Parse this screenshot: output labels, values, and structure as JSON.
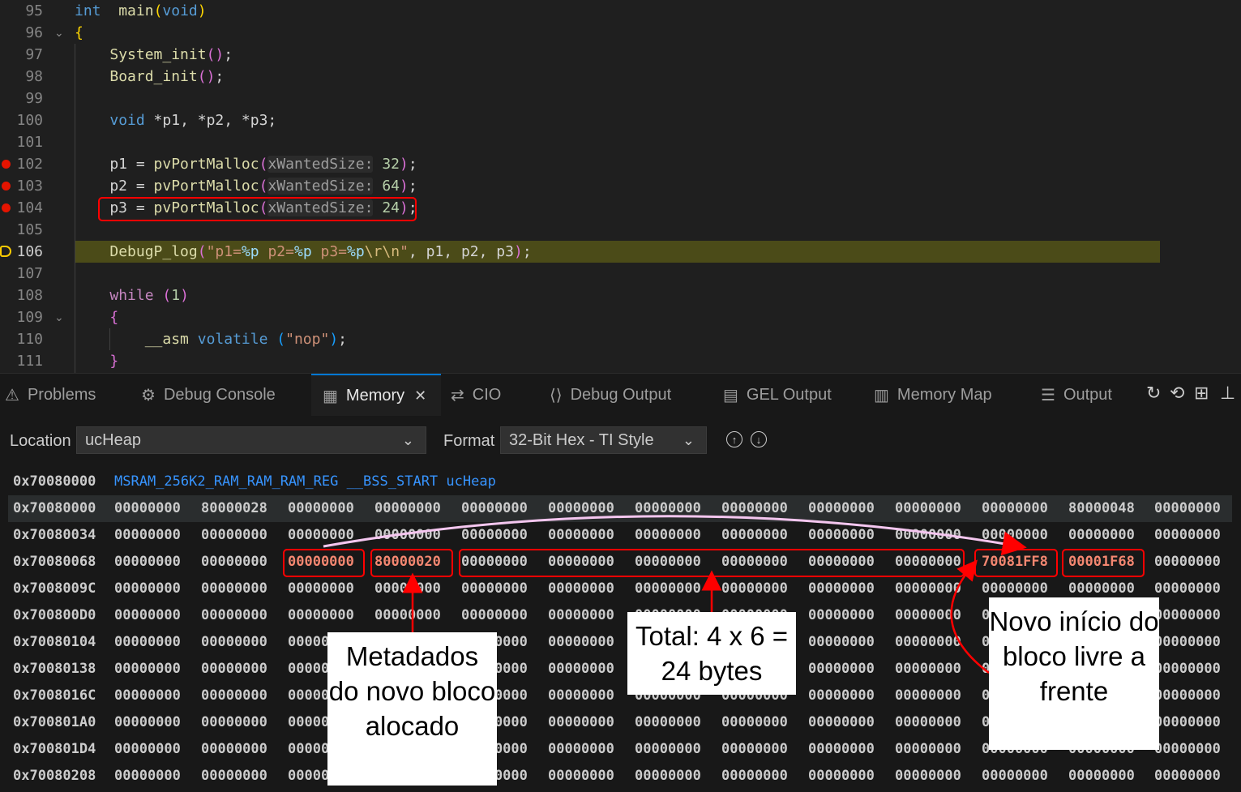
{
  "editor": {
    "lines": [
      {
        "num": "95",
        "parts": [
          [
            "kw",
            "int"
          ],
          [
            "",
            "  "
          ],
          [
            "fn",
            "main"
          ],
          [
            "br1",
            "("
          ],
          [
            "kw",
            "void"
          ],
          [
            "br1",
            ")"
          ]
        ]
      },
      {
        "num": "96",
        "parts": [
          [
            "br1",
            "{"
          ]
        ]
      },
      {
        "num": "97",
        "parts": [
          [
            "",
            "    "
          ],
          [
            "fn",
            "System_init"
          ],
          [
            "br2",
            "()"
          ],
          [
            "",
            ";"
          ]
        ]
      },
      {
        "num": "98",
        "parts": [
          [
            "",
            "    "
          ],
          [
            "fn",
            "Board_init"
          ],
          [
            "br2",
            "()"
          ],
          [
            "",
            ";"
          ]
        ]
      },
      {
        "num": "99",
        "parts": []
      },
      {
        "num": "100",
        "parts": [
          [
            "",
            "    "
          ],
          [
            "kw",
            "void"
          ],
          [
            "",
            " *p1, *p2, *p3;"
          ]
        ]
      },
      {
        "num": "101",
        "parts": []
      },
      {
        "num": "102",
        "parts": [
          [
            "",
            "    p1 = "
          ],
          [
            "fn",
            "pvPortMalloc"
          ],
          [
            "br2",
            "("
          ],
          [
            "hint",
            "xWantedSize:"
          ],
          [
            "",
            ""
          ],
          [
            "nm",
            " 32"
          ],
          [
            "br2",
            ")"
          ],
          [
            "",
            ";"
          ]
        ]
      },
      {
        "num": "103",
        "parts": [
          [
            "",
            "    p2 = "
          ],
          [
            "fn",
            "pvPortMalloc"
          ],
          [
            "br2",
            "("
          ],
          [
            "hint",
            "xWantedSize:"
          ],
          [
            "nm",
            " 64"
          ],
          [
            "br2",
            ")"
          ],
          [
            "",
            ";"
          ]
        ]
      },
      {
        "num": "104",
        "parts": [
          [
            "",
            "    p3 = "
          ],
          [
            "fn",
            "pvPortMalloc"
          ],
          [
            "br2",
            "("
          ],
          [
            "hint",
            "xWantedSize:"
          ],
          [
            "nm",
            " 24"
          ],
          [
            "br2",
            ")"
          ],
          [
            "",
            ";"
          ]
        ]
      },
      {
        "num": "105",
        "parts": []
      },
      {
        "num": "106",
        "parts": [
          [
            "",
            "    "
          ],
          [
            "fn",
            "DebugP_log"
          ],
          [
            "br2",
            "("
          ],
          [
            "st",
            "\"p1="
          ],
          [
            "vr",
            "%p"
          ],
          [
            "st",
            " p2="
          ],
          [
            "vr",
            "%p"
          ],
          [
            "st",
            " p3="
          ],
          [
            "vr",
            "%p"
          ],
          [
            "esc",
            "\\r\\n"
          ],
          [
            "st",
            "\""
          ],
          [
            "",
            ", p1, p2, p3"
          ],
          [
            "br2",
            ")"
          ],
          [
            "",
            ";"
          ]
        ]
      },
      {
        "num": "107",
        "parts": []
      },
      {
        "num": "108",
        "parts": [
          [
            "",
            "    "
          ],
          [
            "kw2",
            "while"
          ],
          [
            "",
            " "
          ],
          [
            "br2",
            "("
          ],
          [
            "nm",
            "1"
          ],
          [
            "br2",
            ")"
          ]
        ]
      },
      {
        "num": "109",
        "parts": [
          [
            "",
            "    "
          ],
          [
            "br2",
            "{"
          ]
        ]
      },
      {
        "num": "110",
        "parts": [
          [
            "",
            "        "
          ],
          [
            "fn",
            "__asm"
          ],
          [
            "",
            " "
          ],
          [
            "kw",
            "volatile"
          ],
          [
            "",
            " "
          ],
          [
            "br3",
            "("
          ],
          [
            "st",
            "\"nop\""
          ],
          [
            "br3",
            ")"
          ],
          [
            "",
            ";"
          ]
        ]
      },
      {
        "num": "111",
        "parts": [
          [
            "",
            "    "
          ],
          [
            "br2",
            "}"
          ]
        ]
      }
    ]
  },
  "panel_tabs": [
    {
      "label": "Problems",
      "icon": "warning-icon"
    },
    {
      "label": "Debug Console",
      "icon": "debug-console-icon"
    },
    {
      "label": "Memory",
      "icon": "memory-icon",
      "active": true
    },
    {
      "label": "CIO",
      "icon": "cio-icon"
    },
    {
      "label": "Debug Output",
      "icon": "debug-output-icon"
    },
    {
      "label": "GEL Output",
      "icon": "gel-output-icon"
    },
    {
      "label": "Memory Map",
      "icon": "map-icon"
    },
    {
      "label": "Output",
      "icon": "output-icon"
    }
  ],
  "memory": {
    "location_label": "Location",
    "location_value": "ucHeap",
    "format_label": "Format",
    "format_value": "32-Bit Hex - TI Style",
    "symbol_row": {
      "addr": "0x70080000",
      "symbols": "MSRAM_256K2_RAM_RAM_RAM_REG __BSS_START ucHeap"
    },
    "rows": [
      {
        "addr": "0x70080000",
        "cells": [
          "00000000",
          "80000028",
          "00000000",
          "00000000",
          "00000000",
          "00000000",
          "00000000",
          "00000000",
          "00000000",
          "00000000",
          "00000000",
          "80000048",
          "00000000"
        ]
      },
      {
        "addr": "0x70080034",
        "cells": [
          "00000000",
          "00000000",
          "00000000",
          "00000000",
          "00000000",
          "00000000",
          "00000000",
          "00000000",
          "00000000",
          "00000000",
          "00000000",
          "00000000",
          "00000000"
        ]
      },
      {
        "addr": "0x70080068",
        "cells": [
          "00000000",
          "00000000",
          "00000000",
          "80000020",
          "00000000",
          "00000000",
          "00000000",
          "00000000",
          "00000000",
          "00000000",
          "70081FF8",
          "00001F68",
          "00000000"
        ]
      },
      {
        "addr": "0x7008009C",
        "cells": [
          "00000000",
          "00000000",
          "00000000",
          "00000000",
          "00000000",
          "00000000",
          "00000000",
          "00000000",
          "00000000",
          "00000000",
          "00000000",
          "00000000",
          "00000000"
        ]
      },
      {
        "addr": "0x700800D0",
        "cells": [
          "00000000",
          "00000000",
          "00000000",
          "00000000",
          "00000000",
          "00000000",
          "00000000",
          "00000000",
          "00000000",
          "00000000",
          "00000000",
          "00000000",
          "00000000"
        ]
      },
      {
        "addr": "0x70080104",
        "cells": [
          "00000000",
          "00000000",
          "00000000",
          "00000000",
          "00000000",
          "00000000",
          "00000000",
          "00000000",
          "00000000",
          "00000000",
          "00000000",
          "00000000",
          "00000000"
        ]
      },
      {
        "addr": "0x70080138",
        "cells": [
          "00000000",
          "00000000",
          "00000000",
          "00000000",
          "00000000",
          "00000000",
          "00000000",
          "00000000",
          "00000000",
          "00000000",
          "00000000",
          "00000000",
          "00000000"
        ]
      },
      {
        "addr": "0x7008016C",
        "cells": [
          "00000000",
          "00000000",
          "00000000",
          "00000000",
          "00000000",
          "00000000",
          "00000000",
          "00000000",
          "00000000",
          "00000000",
          "00000000",
          "00000000",
          "00000000"
        ]
      },
      {
        "addr": "0x700801A0",
        "cells": [
          "00000000",
          "00000000",
          "00000000",
          "00000000",
          "00000000",
          "00000000",
          "00000000",
          "00000000",
          "00000000",
          "00000000",
          "00000000",
          "00000000",
          "00000000"
        ]
      },
      {
        "addr": "0x700801D4",
        "cells": [
          "00000000",
          "00000000",
          "00000000",
          "00000000",
          "00000000",
          "00000000",
          "00000000",
          "00000000",
          "00000000",
          "00000000",
          "00000000",
          "00000000",
          "00000000"
        ]
      },
      {
        "addr": "0x70080208",
        "cells": [
          "00000000",
          "00000000",
          "00000000",
          "00000000",
          "00000000",
          "00000000",
          "00000000",
          "00000000",
          "00000000",
          "00000000",
          "00000000",
          "00000000",
          "00000000"
        ]
      }
    ]
  },
  "annotations": {
    "metadata": "Metadados do novo bloco alocado",
    "total": "Total: 4 x 6 = 24 bytes",
    "free_block": "Novo início do bloco livre a frente"
  },
  "colors": {
    "accent": "#0078d4",
    "annotation_red": "#ff0000",
    "breakpoint": "#e51400",
    "current_line": "#4b4b18"
  }
}
